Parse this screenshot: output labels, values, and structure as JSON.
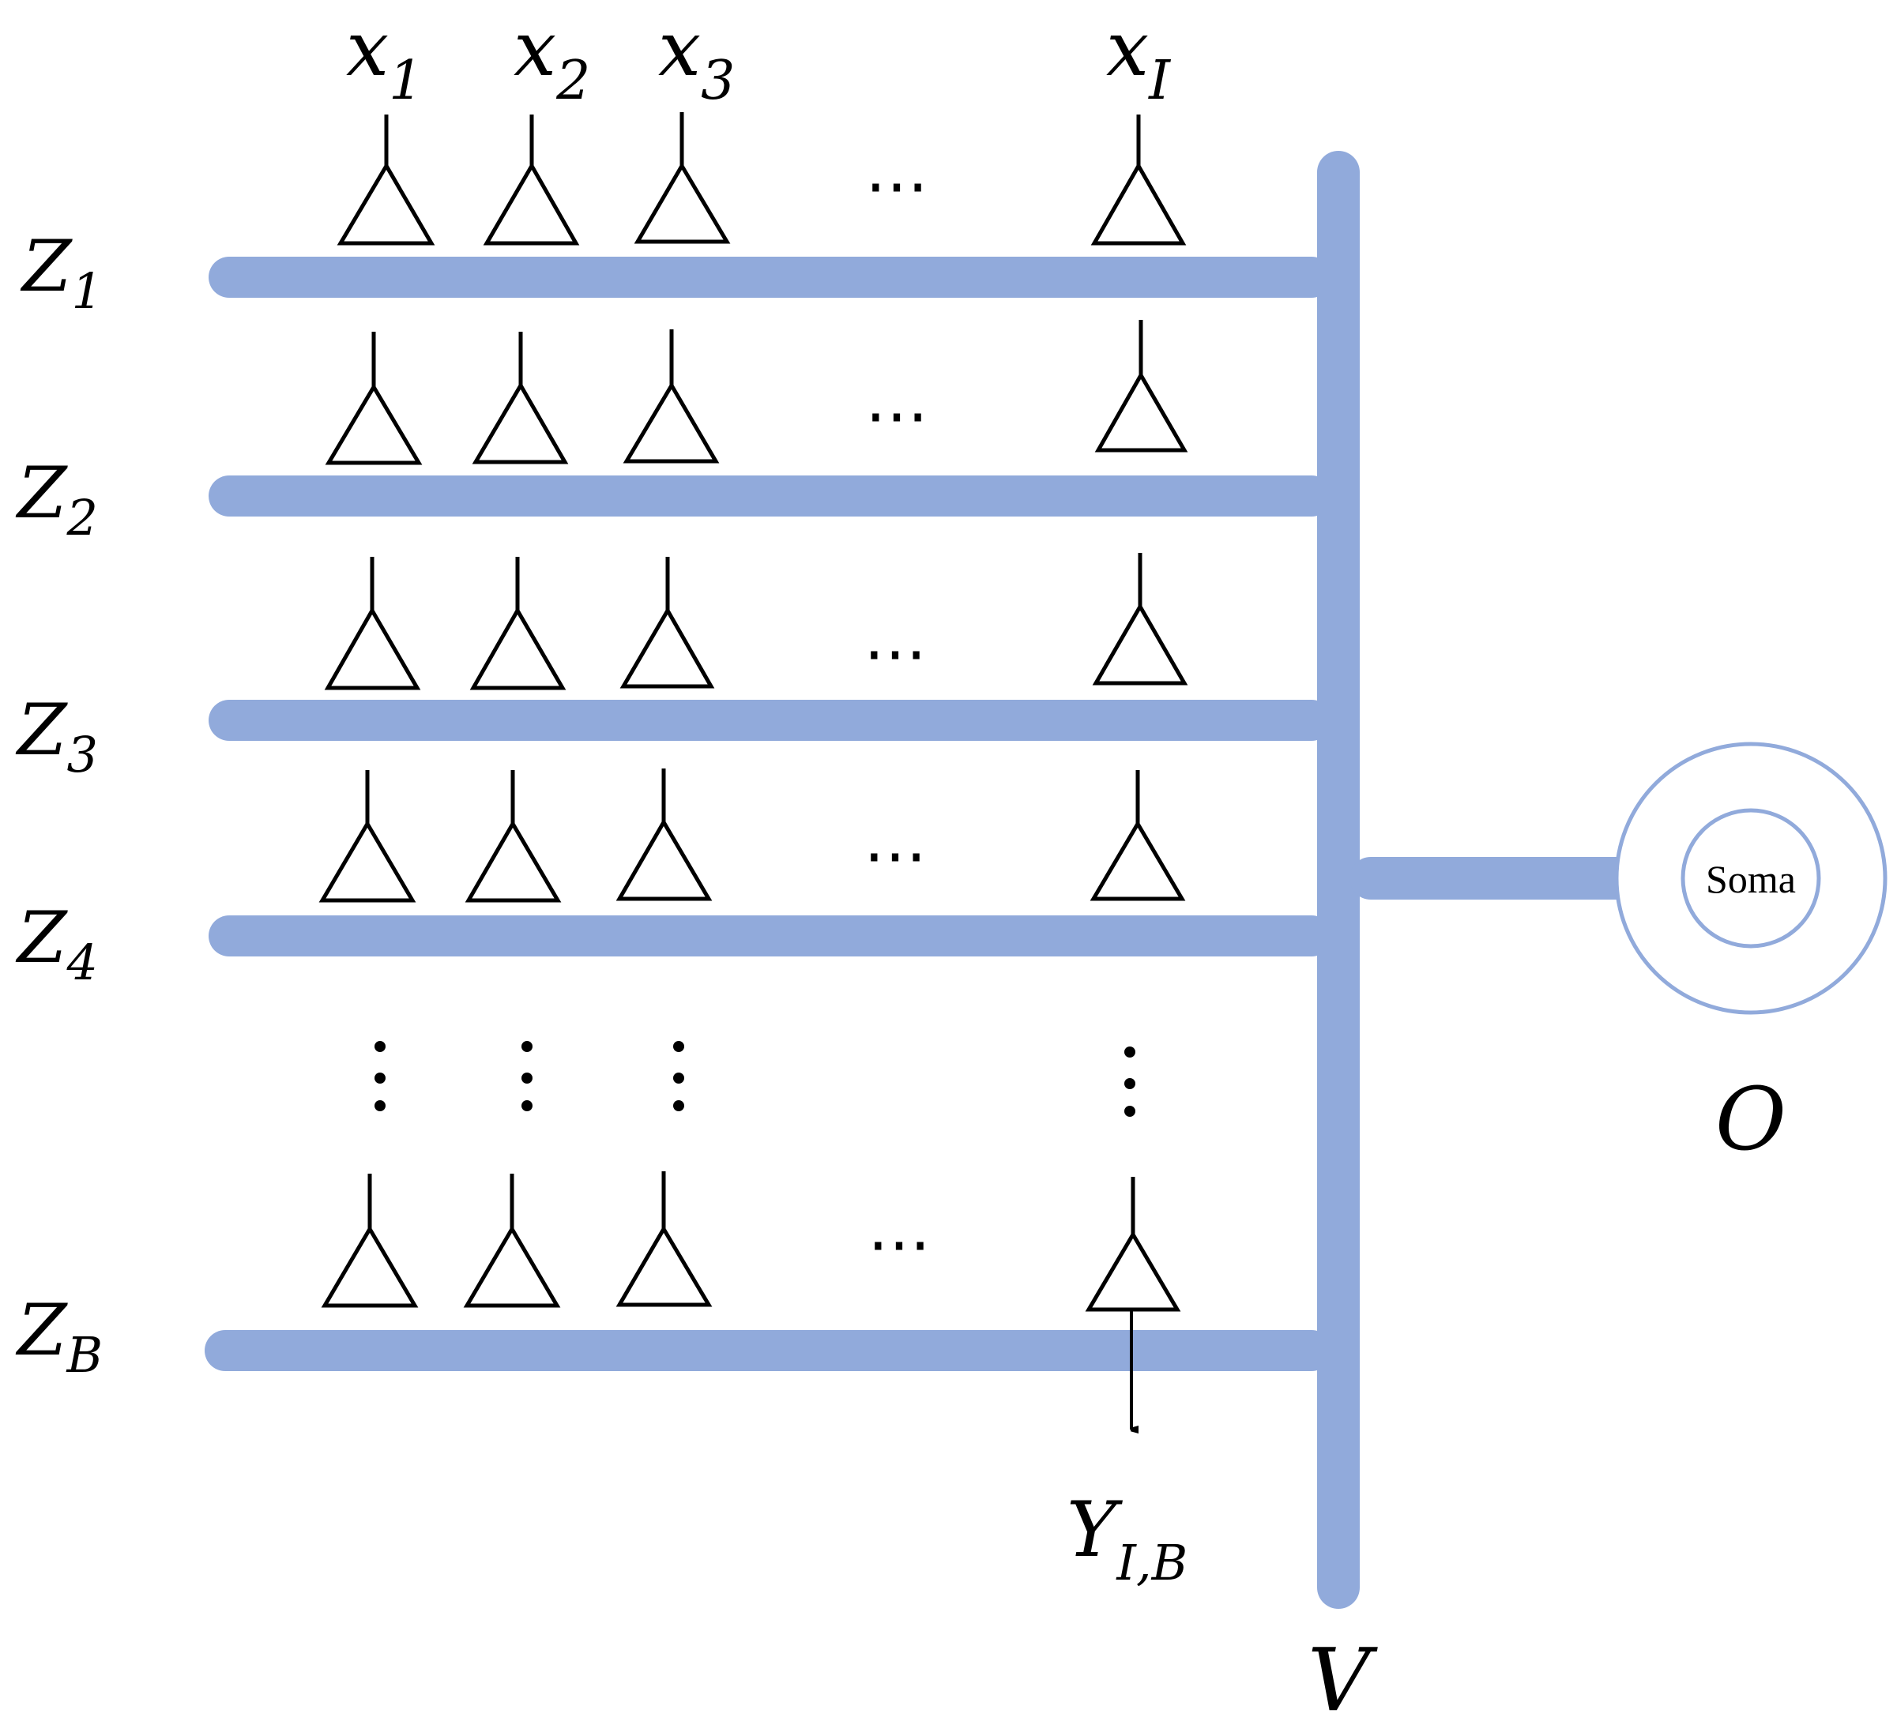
{
  "colors": {
    "dendrite": "#91aadb",
    "soma_ring": "#91aadb",
    "synapse_stroke": "#000000",
    "background": "#ffffff"
  },
  "inputs": [
    {
      "base": "x",
      "sub": "1"
    },
    {
      "base": "x",
      "sub": "2"
    },
    {
      "base": "x",
      "sub": "3"
    },
    {
      "base": "x",
      "sub": "I"
    }
  ],
  "branches": [
    {
      "base": "Z",
      "sub": "1"
    },
    {
      "base": "Z",
      "sub": "2"
    },
    {
      "base": "Z",
      "sub": "3"
    },
    {
      "base": "Z",
      "sub": "4"
    },
    {
      "base": "Z",
      "sub": "B"
    }
  ],
  "horizontal_ellipsis": "⋯",
  "output_label": {
    "base": "Y",
    "sub": "I,B"
  },
  "membrane_label": "V",
  "soma": {
    "text": "Soma",
    "label": "O"
  }
}
